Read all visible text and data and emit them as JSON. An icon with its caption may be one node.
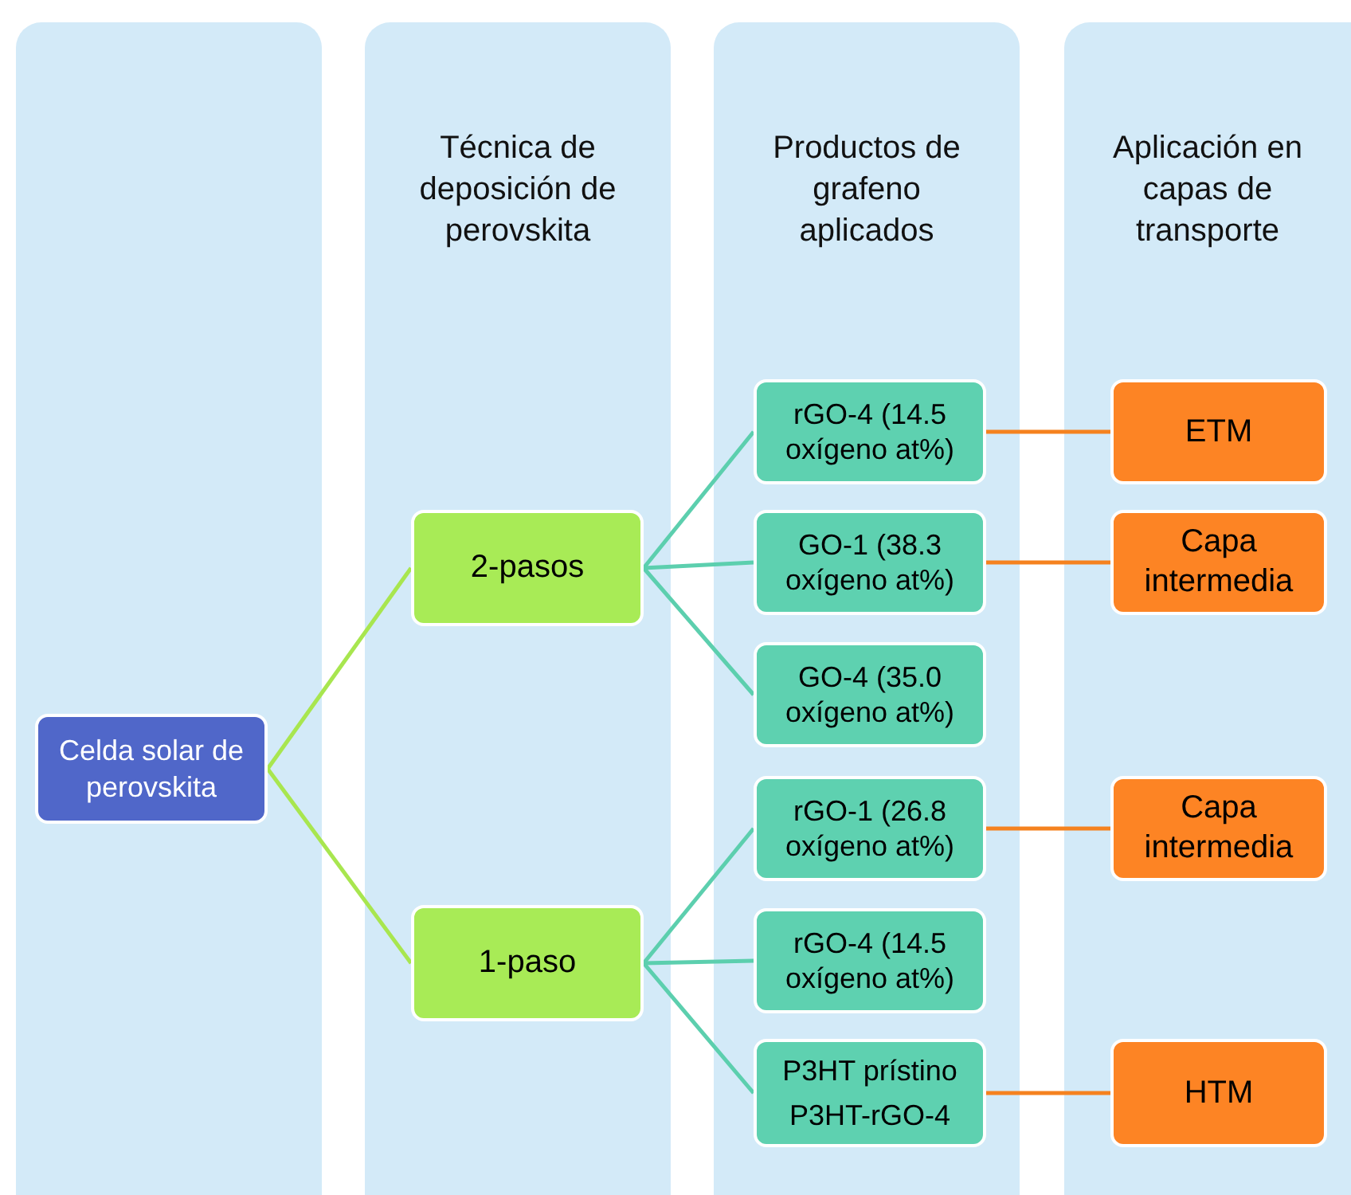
{
  "diagram": {
    "nodes": [
      {
        "text": [],
        "shape": "box"
      },
      {
        "text": [
          "Técnica de deposición de perovskita"
        ]
      },
      {
        "text": [
          "Productos de grafeno aplicados"
        ]
      },
      {
        "text": [
          "Aplicación en capas de transporte"
        ]
      },
      {
        "text": [
          "Celda solar de perovskita"
        ],
        "in": 0
      },
      {
        "text": [
          "2-pasos"
        ],
        "in": 1
      },
      {
        "text": [
          "1-paso"
        ],
        "in": 1
      },
      {
        "text": [
          "rGO-4 (14.5 oxígeno at%)"
        ],
        "in": 2
      },
      {
        "text": [
          "GO-1 (38.3 oxígeno at%)"
        ],
        "in": 2
      },
      {
        "text": [
          "GO-4 (35.0 oxígeno at%)"
        ],
        "in": 2
      },
      {
        "text": [
          "rGO-1 (26.8 oxígeno at%)"
        ],
        "in": 2
      },
      {
        "text": [
          "rGO-4 (14.5 oxígeno at%)"
        ],
        "in": 2
      },
      {
        "text": [
          "P3HT prístino",
          "P3HT-rGO-4"
        ],
        "in": 2
      },
      {
        "text": [
          "ETM"
        ],
        "in": 3
      },
      {
        "text": [
          "Capa intermedia"
        ],
        "in": 3
      },
      {
        "text": [
          "Capa intermedia"
        ],
        "in": 3
      },
      {
        "text": [
          "HTM"
        ],
        "in": 3
      }
    ],
    "edges": [
      {
        "from": 4,
        "to": 5,
        "arrow": "none",
        "color": "#a8e64f"
      },
      {
        "from": 4,
        "to": 6,
        "arrow": "none",
        "color": "#a8e64f"
      },
      {
        "from": 5,
        "to": 7,
        "arrow": "none"
      },
      {
        "from": 5,
        "to": 8,
        "arrow": "none"
      },
      {
        "from": 5,
        "to": 9,
        "arrow": "none"
      },
      {
        "from": 6,
        "to": 10,
        "arrow": "none"
      },
      {
        "from": 6,
        "to": 11,
        "arrow": "none"
      },
      {
        "from": 6,
        "to": 12,
        "arrow": "none"
      },
      {
        "from": 7,
        "to": 13,
        "arrow": "none",
        "color": "#f5821f"
      },
      {
        "from": 8,
        "to": 14,
        "arrow": "none",
        "color": "#f5821f"
      },
      {
        "from": 10,
        "to": 15,
        "arrow": "none",
        "color": "#f5821f"
      },
      {
        "from": 12,
        "to": 16,
        "arrow": "none",
        "color": "#f5821f"
      }
    ]
  }
}
